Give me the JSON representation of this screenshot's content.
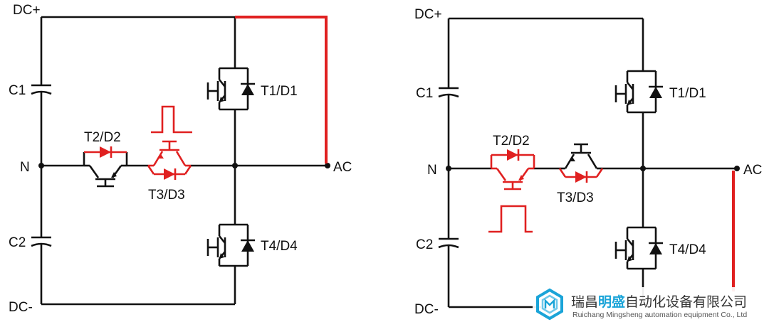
{
  "left_circuit": {
    "dc_plus": "DC+",
    "dc_minus": "DC-",
    "c1": "C1",
    "c2": "C2",
    "n": "N",
    "ac": "AC",
    "t1": "T1/D1",
    "t2": "T2/D2",
    "t3": "T3/D3",
    "t4": "T4/D4"
  },
  "right_circuit": {
    "dc_plus": "DC+",
    "dc_minus": "DC-",
    "c1": "C1",
    "c2": "C2",
    "n": "N",
    "ac": "AC",
    "t1": "T1/D1",
    "t2": "T2/D2",
    "t3": "T3/D3",
    "t4": "T4/D4"
  },
  "logo": {
    "cn_part1": "瑞昌",
    "cn_highlight": "明盛",
    "cn_part2": "自动化设备有限公司",
    "en": "Ruichang Mingsheng automation equipment Co., Ltd"
  },
  "colors": {
    "wire": "#111111",
    "highlight": "#e02020",
    "logo_accent": "#1aa4d8"
  }
}
